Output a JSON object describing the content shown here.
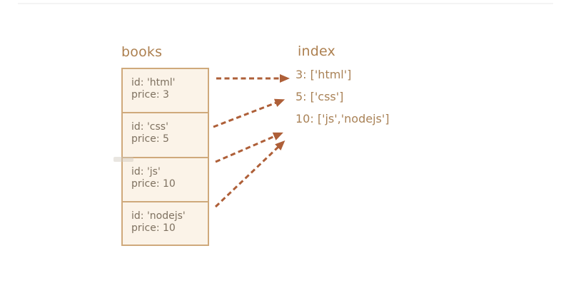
{
  "diagram": {
    "books": {
      "title": "books",
      "items": [
        {
          "id": "id: 'html'",
          "price": "price: 3"
        },
        {
          "id": "id: 'css'",
          "price": "price: 5"
        },
        {
          "id": "id: 'js'",
          "price": "price: 10"
        },
        {
          "id": "id: 'nodejs'",
          "price": "price: 10"
        }
      ]
    },
    "index": {
      "title": "index",
      "entries": [
        "3: ['html']",
        "5: ['css']",
        "10: ['js','nodejs']"
      ]
    },
    "connections": [
      {
        "from": "html",
        "to": "3"
      },
      {
        "from": "css",
        "to": "5"
      },
      {
        "from": "js",
        "to": "10"
      },
      {
        "from": "nodejs",
        "to": "10"
      }
    ],
    "colors": {
      "arrow": "#ae5f38",
      "box_border": "#cfa97b",
      "box_fill": "#fbf3e8",
      "heading": "#ad8050",
      "index_text": "#a98257",
      "box_text": "#7e7160"
    }
  }
}
